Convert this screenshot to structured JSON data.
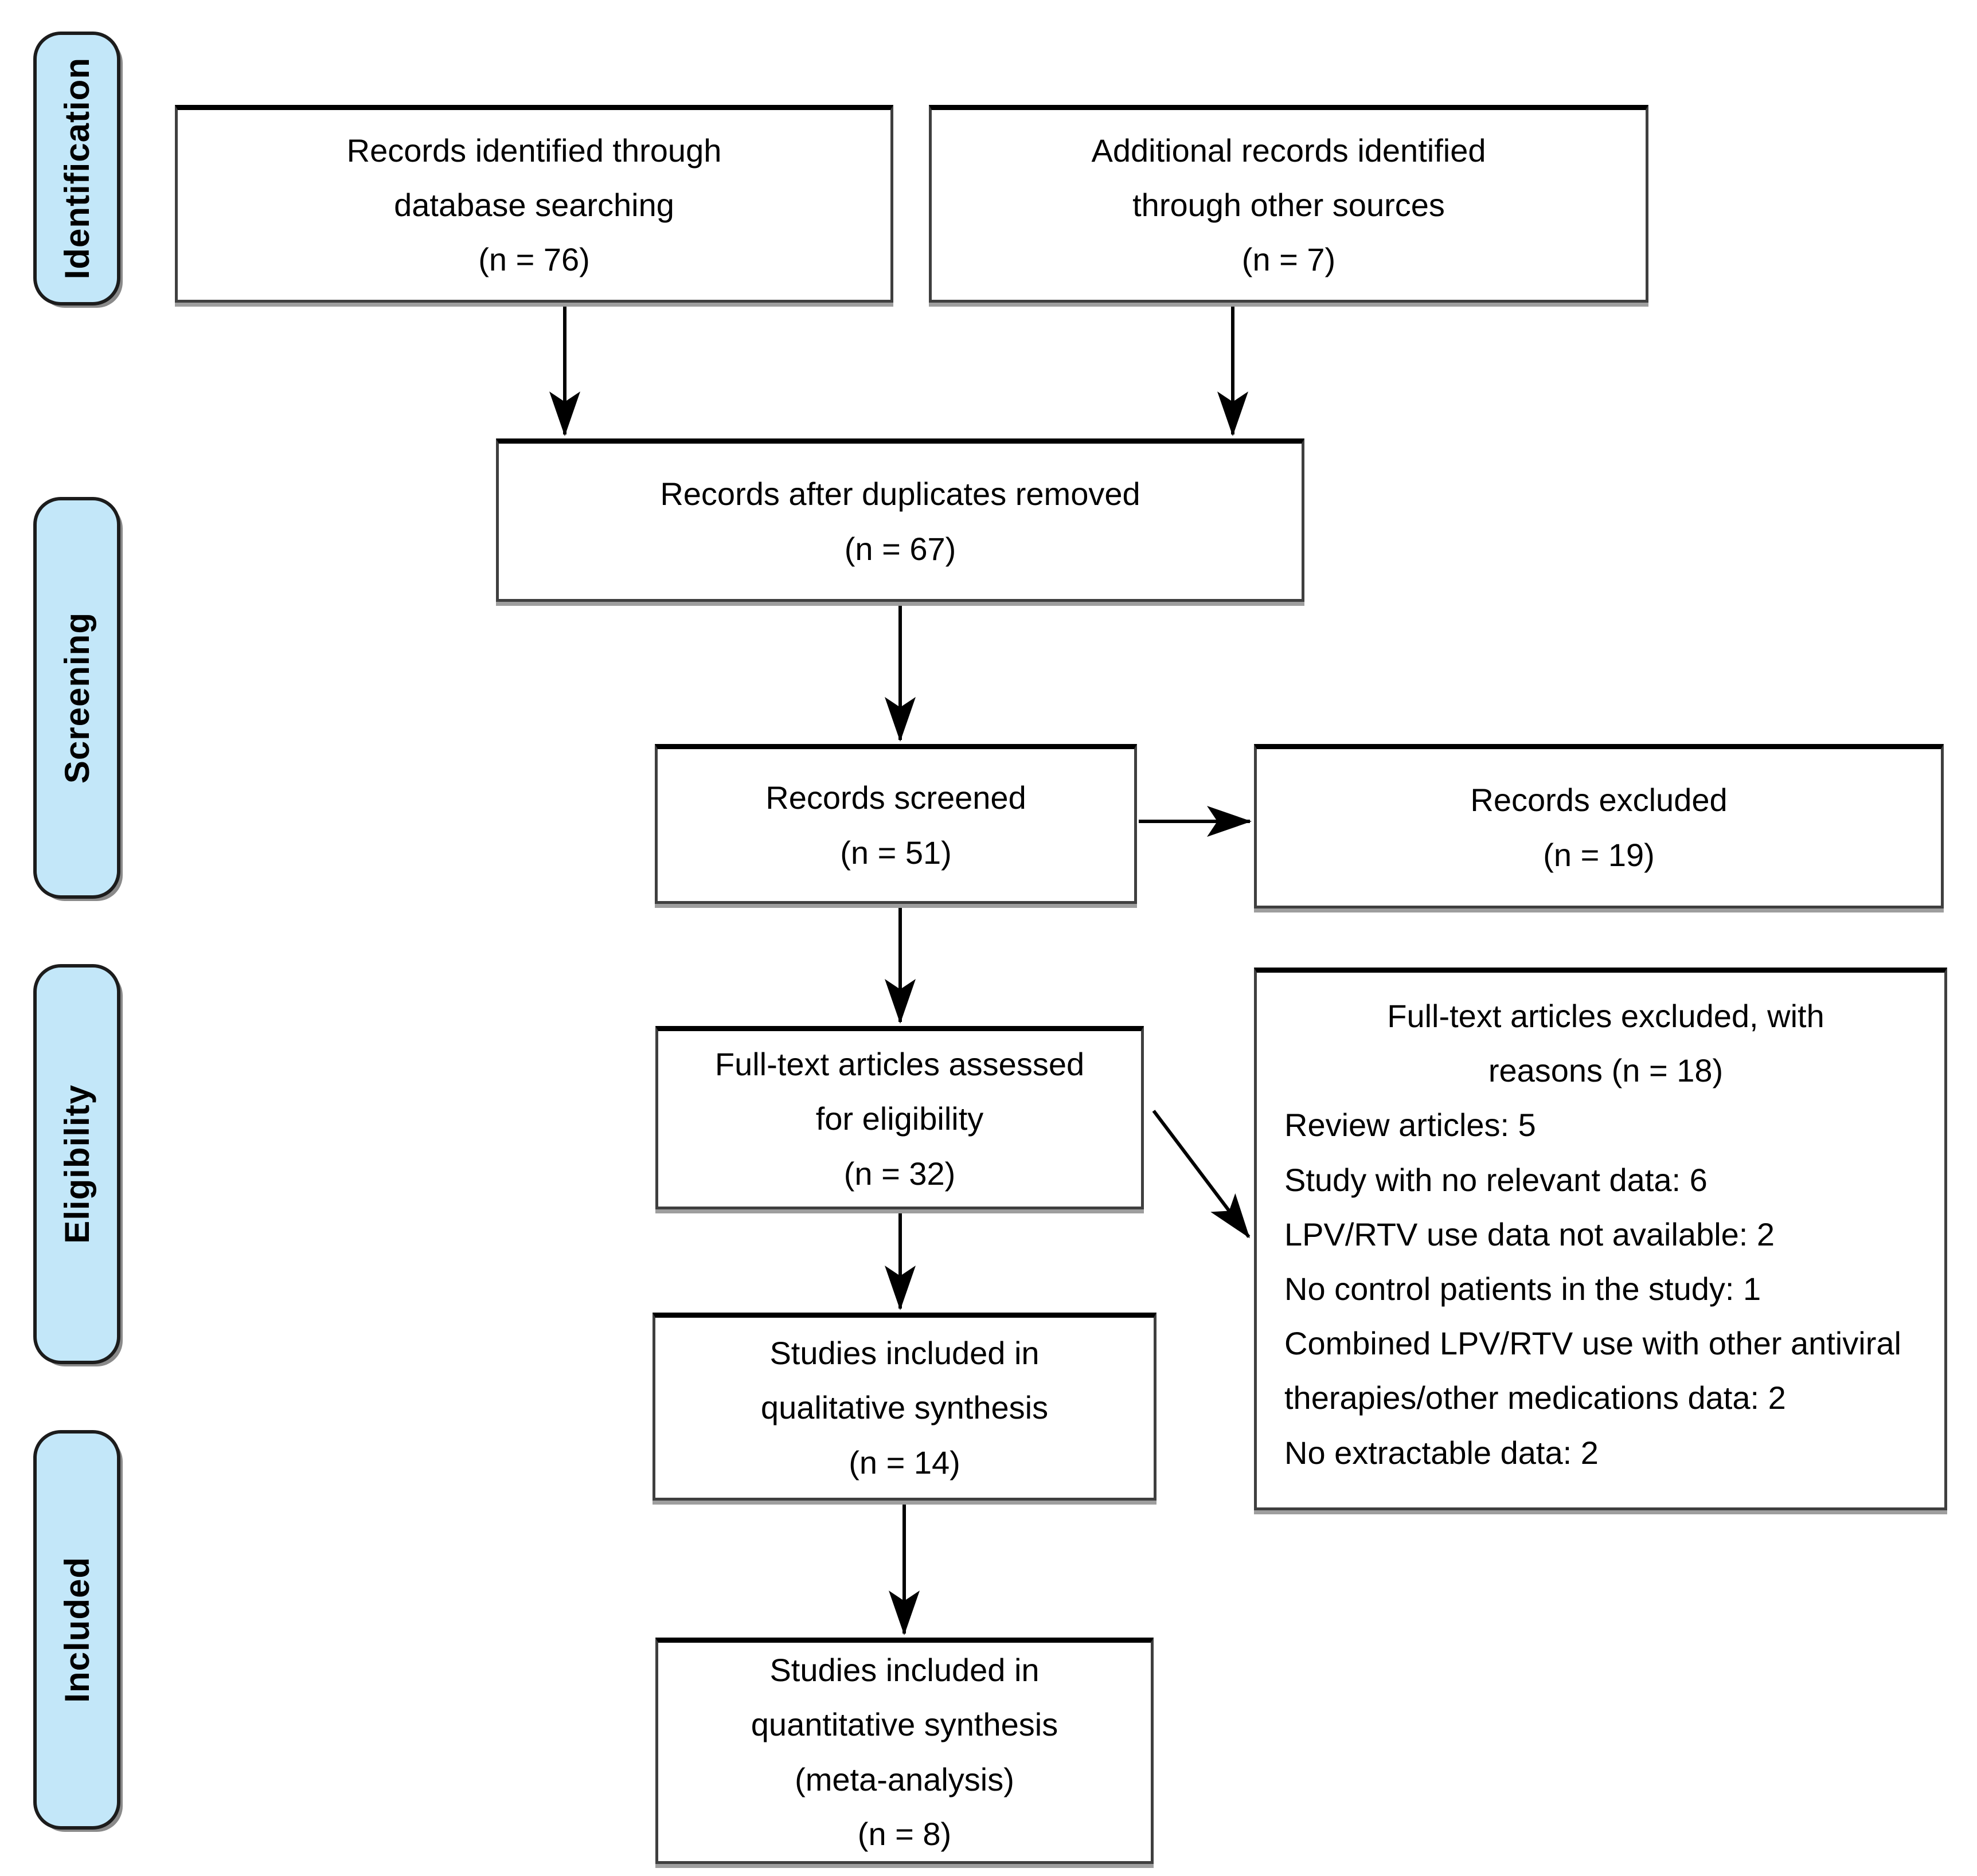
{
  "figure": {
    "type": "prisma-flow-diagram",
    "colors": {
      "background": "#FFFFFF",
      "stage_label_fill": "#C3E7F9",
      "stage_label_border": "#1C1C1C",
      "box_fill": "#FFFFFF",
      "box_border": "#3F3F3F",
      "box_shadow": "#9E9E9E",
      "arrow": "#000000",
      "text": "#000000"
    }
  },
  "sidebar": {
    "labels": [
      {
        "text": "Identification"
      },
      {
        "text": "Screening"
      },
      {
        "text": "Eligibility"
      },
      {
        "text": "Included"
      }
    ]
  },
  "flow": {
    "records_identified": {
      "lines": [
        "Records identified through",
        "database searching",
        "(n = 76)"
      ]
    },
    "additional_records": {
      "lines": [
        "Additional records identified",
        "through other sources",
        "(n = 7)"
      ]
    },
    "duplicates_removed": {
      "lines": [
        "Records after duplicates removed",
        "(n = 67)"
      ]
    },
    "records_screened": {
      "lines": [
        "Records screened",
        "(n = 51)"
      ]
    },
    "records_excluded": {
      "lines": [
        "Records excluded",
        "(n = 19)"
      ]
    },
    "fulltext_assessed": {
      "lines": [
        "Full-text articles assessed",
        "for eligibility",
        "(n = 32)"
      ]
    },
    "fulltext_excluded": {
      "title_lines": [
        "Full-text articles excluded, with",
        "reasons (n = 18)"
      ],
      "reasons": [
        "Review articles: 5",
        "Study with no relevant data: 6",
        "LPV/RTV use data not available: 2",
        "No control patients in the study: 1",
        "Combined LPV/RTV use with other antiviral therapies/other medications data: 2",
        "No extractable data: 2"
      ]
    },
    "qualitative_synthesis": {
      "lines": [
        "Studies included in",
        "qualitative synthesis",
        "(n = 14)"
      ]
    },
    "quantitative_synthesis": {
      "lines": [
        "Studies included in",
        "quantitative synthesis",
        "(meta-analysis)",
        "(n = 8)"
      ]
    }
  }
}
